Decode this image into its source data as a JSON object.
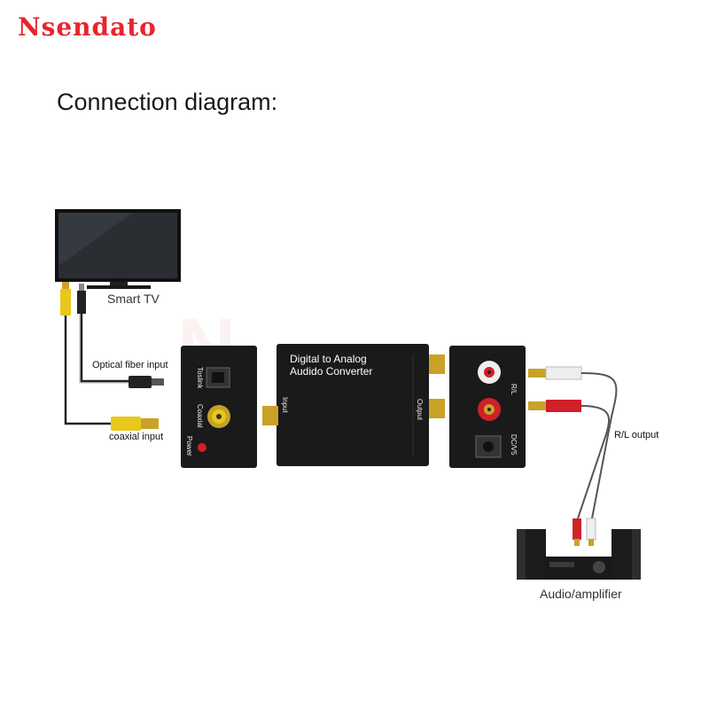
{
  "brand": {
    "name": "Nsendato",
    "color": "#e8242c"
  },
  "heading": "Connection diagram:",
  "tv": {
    "label": "Smart TV"
  },
  "cables": {
    "optical_label": "Optical fiber input",
    "coaxial_label": "coaxial input",
    "rl_output_label": "R/L output"
  },
  "converter": {
    "title_line1": "Digital to Analog",
    "title_line2": "Audido Converter",
    "front_left": {
      "toslink": "Toslink",
      "coaxial": "Coaxial",
      "power": "Power"
    },
    "input_label": "Input",
    "output_label": "Output",
    "back_right": {
      "rl": "R/L",
      "dc": "DC/V5"
    }
  },
  "amplifier": {
    "label": "Audio/amplifier"
  },
  "colors": {
    "device": "#1a1a1a",
    "gold": "#c9a227",
    "red_rca": "#d0202a",
    "yellow_rca": "#e8c81a",
    "white_rca": "#eeeeee"
  }
}
